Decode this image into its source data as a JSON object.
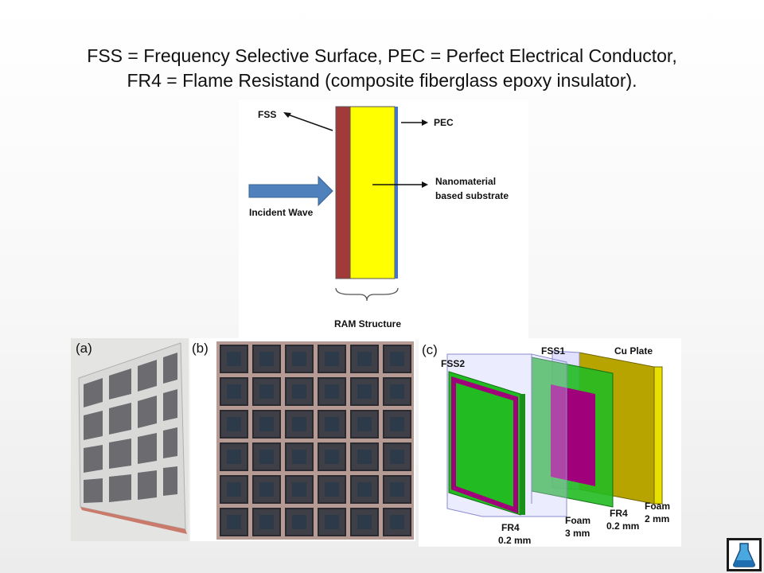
{
  "title": {
    "line1": "FSS = Frequency Selective Surface,  PEC = Perfect Electrical Conductor,",
    "line2": "FR4 = Flame Resistand (composite fiberglass epoxy insulator)."
  },
  "ram_diagram": {
    "fss_label": "FSS",
    "pec_label": "PEC",
    "substrate_label_line1": "Nanomaterial",
    "substrate_label_line2": "based substrate",
    "incident_label": "Incident Wave",
    "structure_label": "RAM Structure",
    "colors": {
      "fss": "#a33a3a",
      "substrate": "#ffff00",
      "pec": "#4472c4",
      "arrow": "#4f81bd"
    }
  },
  "photos": {
    "a_label": "(a)",
    "b_label": "(b)"
  },
  "layer_diagram": {
    "c_label": "(c)",
    "fss2_label": "FSS2",
    "fss1_label": "FSS1",
    "cu_label": "Cu Plate",
    "fr4_left_label": "FR4",
    "fr4_left_thickness": "0.2 mm",
    "foam_left_label": "Foam",
    "foam_left_thickness": "3 mm",
    "fr4_right_label": "FR4",
    "fr4_right_thickness": "0.2 mm",
    "foam_right_label": "Foam",
    "foam_right_thickness": "2 mm",
    "colors": {
      "fss_green": "#22bb22",
      "fss_magenta": "#a0007a",
      "cu": "#b8a400",
      "foam": "#c8c8ff"
    }
  }
}
